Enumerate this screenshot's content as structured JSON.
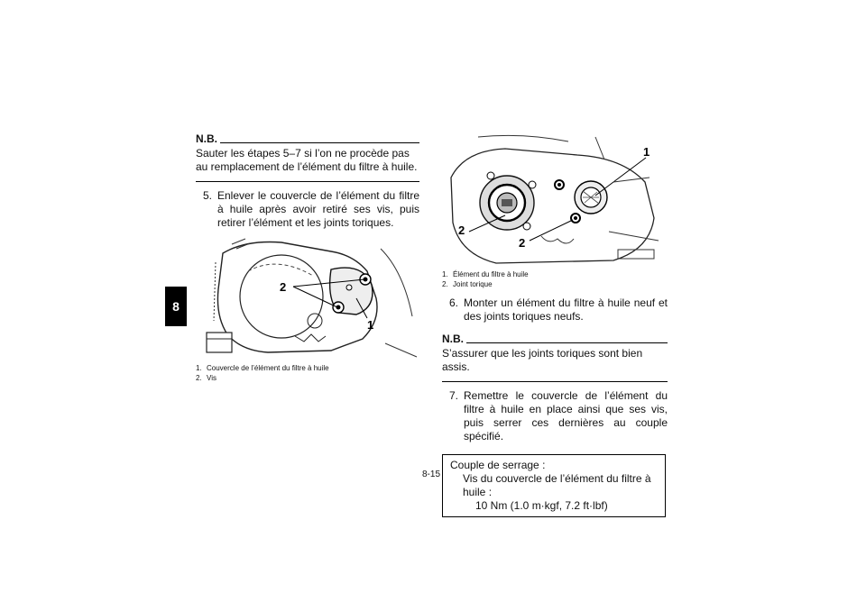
{
  "chapter_tab": "8",
  "page_number": "8-15",
  "left": {
    "note": {
      "heading": "N.B.",
      "text": "Sauter les étapes 5–7 si l’on ne procède pas au remplacement de l’élément du filtre à huile."
    },
    "step5": {
      "number": "5.",
      "text": "Enlever le couvercle de l’élément du filtre à huile après avoir retiré ses vis, puis retirer l’élément et les joints toriques."
    },
    "figure": {
      "callout_1": "1",
      "callout_2": "2",
      "caption": [
        {
          "n": "1.",
          "text": "Couvercle de l’élément du filtre à huile"
        },
        {
          "n": "2.",
          "text": "Vis"
        }
      ]
    }
  },
  "right": {
    "figure": {
      "callout_1": "1",
      "callout_2a": "2",
      "callout_2b": "2",
      "caption": [
        {
          "n": "1.",
          "text": "Élément du filtre à huile"
        },
        {
          "n": "2.",
          "text": "Joint torique"
        }
      ]
    },
    "step6": {
      "number": "6.",
      "text": "Monter un élément du filtre à huile neuf et des joints toriques neufs."
    },
    "note": {
      "heading": "N.B.",
      "text": "S’assurer que les joints toriques sont bien assis."
    },
    "step7": {
      "number": "7.",
      "text": "Remettre le couvercle de l’élément du filtre à huile en place ainsi que ses vis, puis serrer ces dernières au couple spécifié."
    },
    "torque": {
      "line1": "Couple de serrage :",
      "line2": "Vis du couvercle de l’élément du filtre à",
      "line3": "huile :",
      "line4": "10 Nm (1.0 m·kgf, 7.2 ft·lbf)"
    }
  }
}
